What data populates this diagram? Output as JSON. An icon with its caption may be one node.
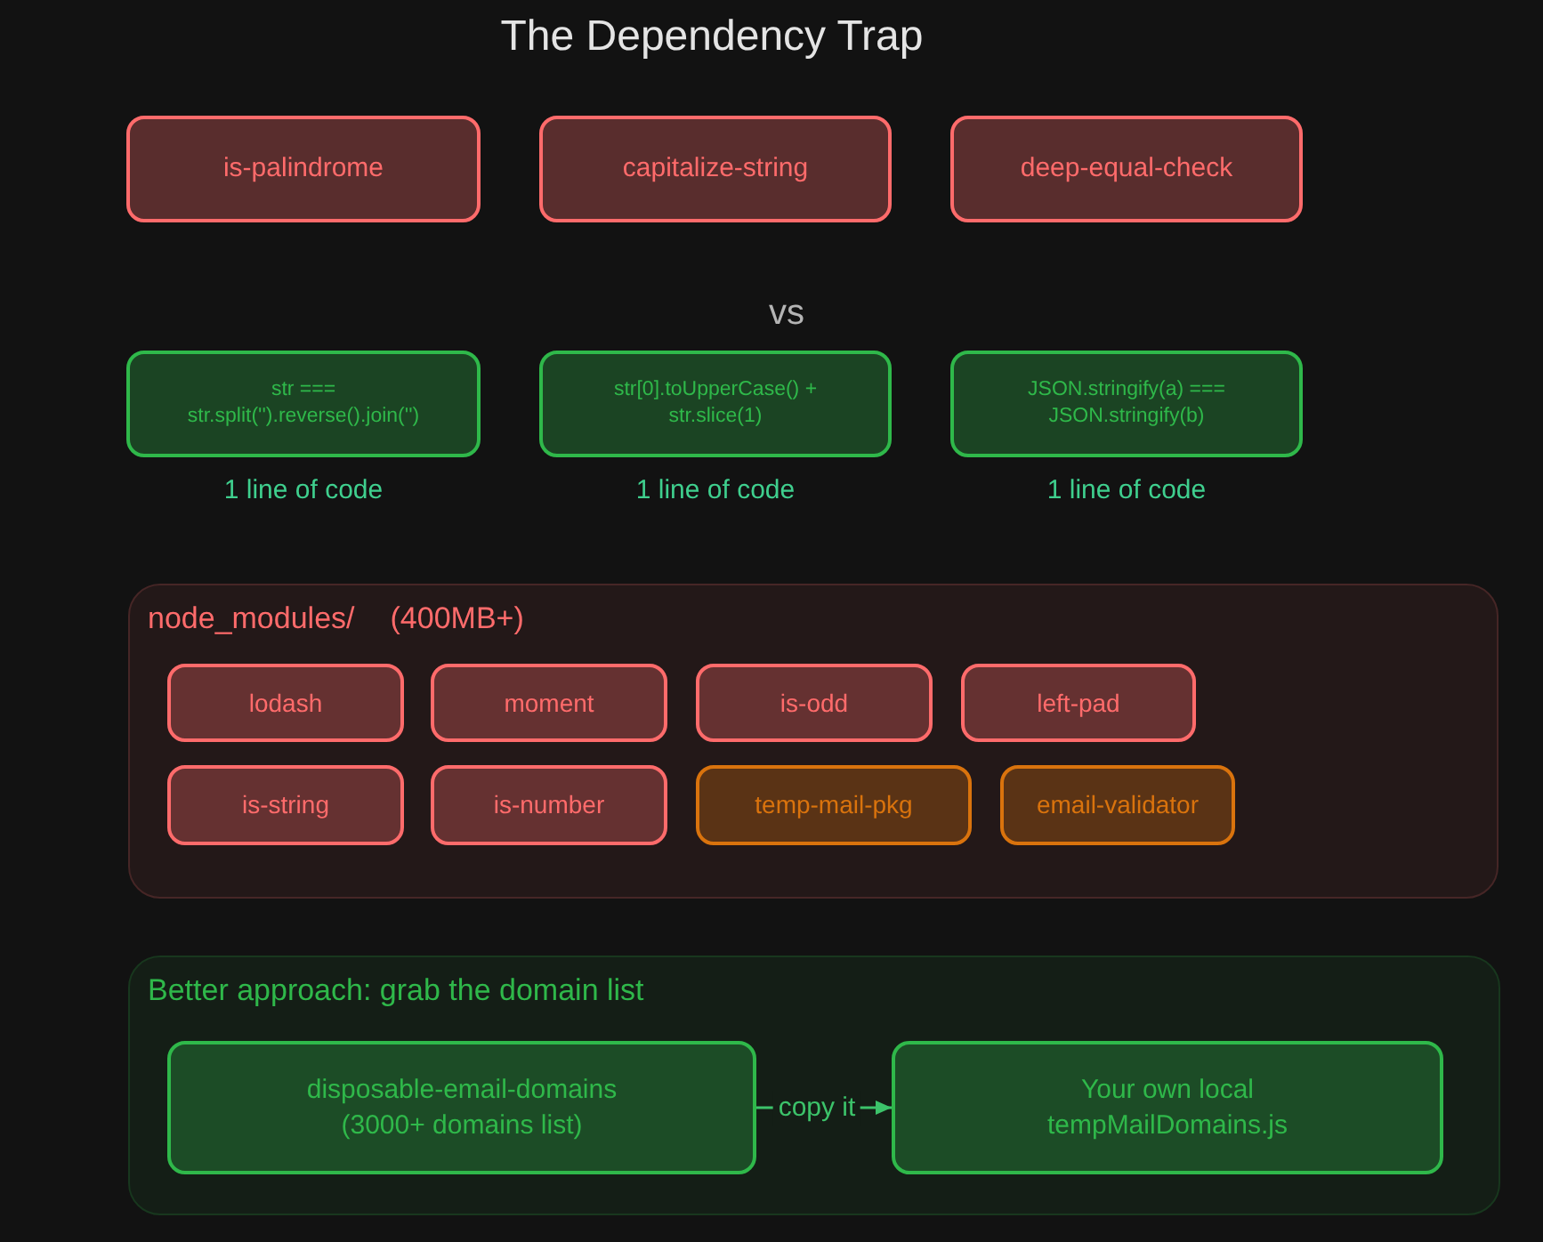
{
  "diagram": {
    "title": "The Dependency Trap",
    "nodes": [
      {
        "text": [
          "is-palindrome"
        ]
      },
      {
        "text": [
          "capitalize-string"
        ]
      },
      {
        "text": [
          "deep-equal-check"
        ]
      },
      {
        "text": [
          "str === str.split('').reverse().join('')"
        ],
        "beside": [
          "1 line of code"
        ]
      },
      {
        "text": [
          "str[0].toUpperCase() + str.slice(1)"
        ],
        "beside": [
          "1 line of code"
        ]
      },
      {
        "text": [
          "JSON.stringify(a) === JSON.stringify(b)"
        ],
        "beside": [
          "1 line of code"
        ]
      },
      {
        "text": [
          "node_modules/",
          "(400MB+)"
        ]
      },
      {
        "text": [
          "lodash"
        ],
        "in": 6
      },
      {
        "text": [
          "moment"
        ],
        "in": 6
      },
      {
        "text": [
          "is-odd"
        ],
        "in": 6
      },
      {
        "text": [
          "left-pad"
        ],
        "in": 6
      },
      {
        "text": [
          "is-string"
        ],
        "in": 6
      },
      {
        "text": [
          "is-number"
        ],
        "in": 6
      },
      {
        "text": [
          "temp-mail-pkg"
        ],
        "in": 6
      },
      {
        "text": [
          "email-validator"
        ],
        "in": 6
      },
      {
        "text": [
          "Better approach: grab the domain list"
        ]
      },
      {
        "text": [
          "disposable-email-domains (3000+ domains list)"
        ],
        "in": 15
      },
      {
        "text": [
          "Your own local tempMailDomains.js"
        ],
        "in": 15
      }
    ],
    "edges": [
      {
        "from": 16,
        "to": 17,
        "arrow": "to",
        "label": "copy it"
      }
    ],
    "labels": [
      "vs"
    ]
  }
}
